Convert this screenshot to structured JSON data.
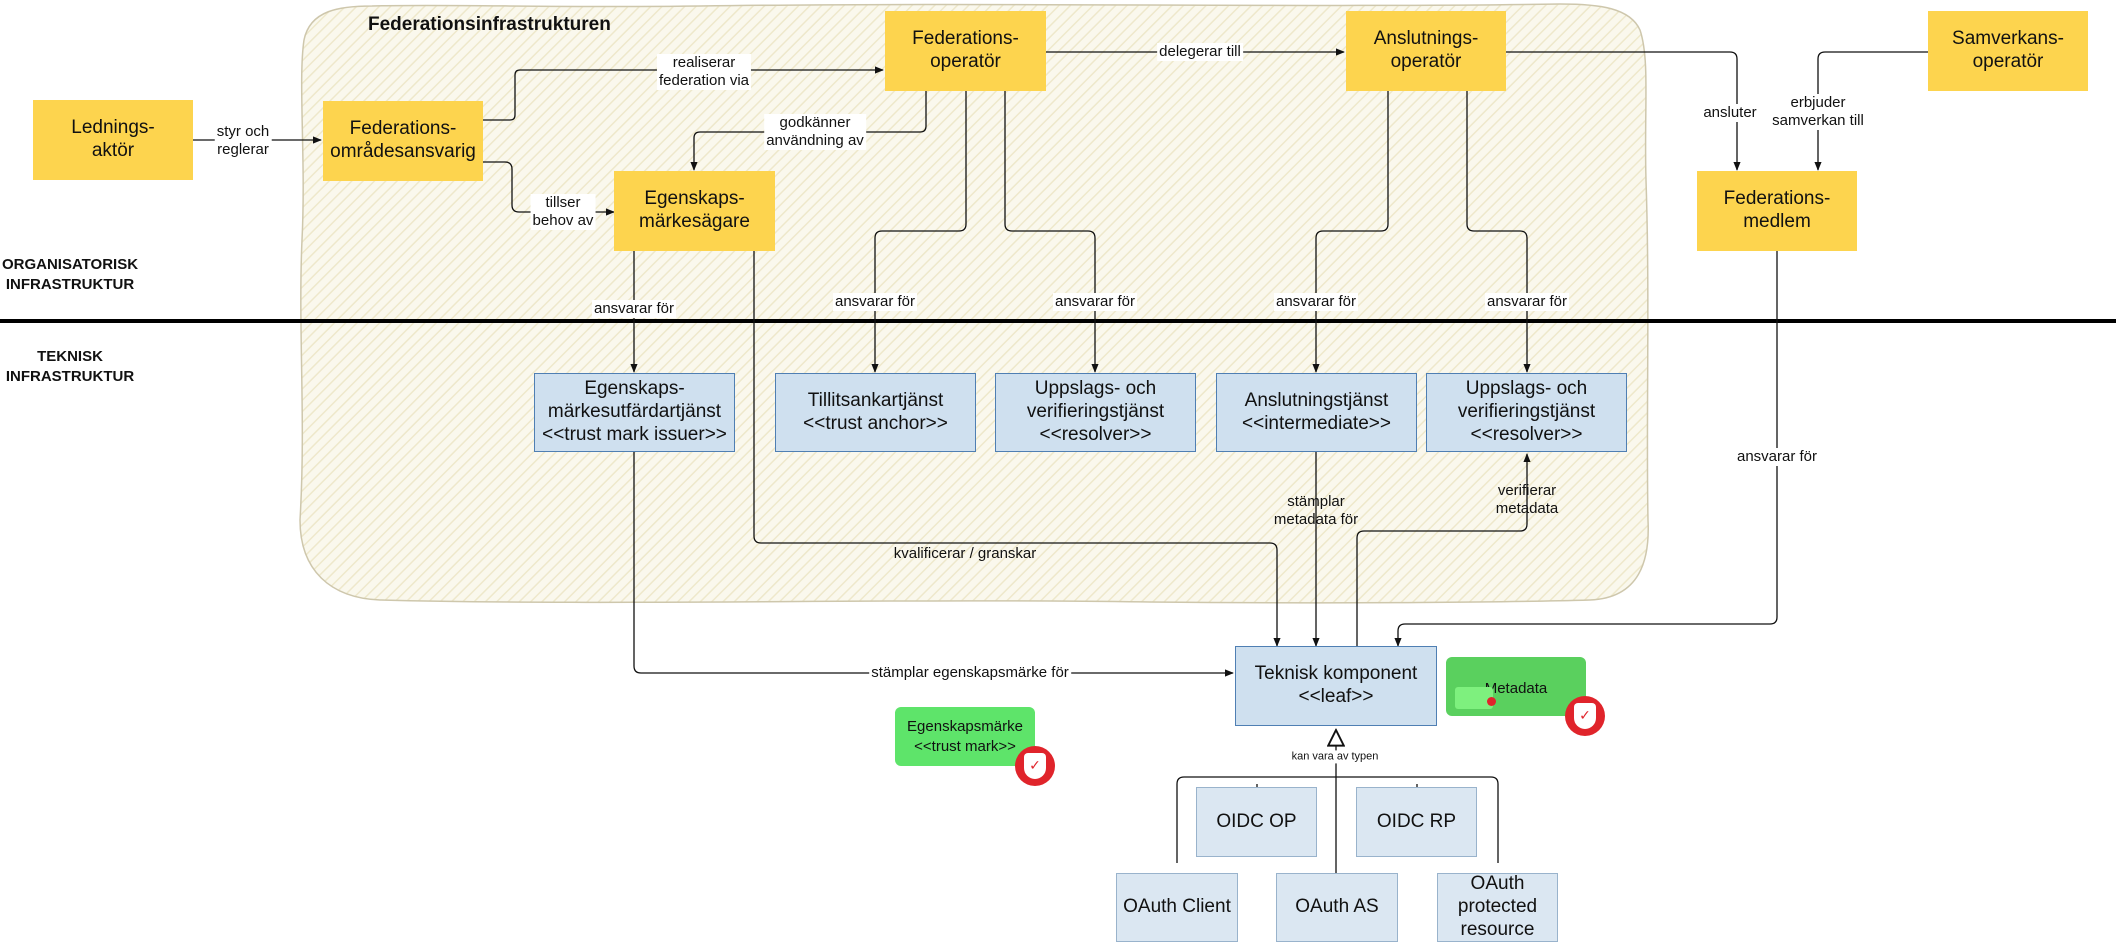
{
  "cloud_title": "Federationsinfrastrukturen",
  "regions": {
    "organisational": "ORGANISATORISK\nINFRASTRUKTUR",
    "technical": "TEKNISK\nINFRASTRUKTUR"
  },
  "nodes": {
    "ledningsaktor": "Lednings-\naktör",
    "omradesansvarig": "Federations-\nområdesansvarig",
    "federationsoperator": "Federations-\noperatör",
    "anslutningsoperator": "Anslutnings-\noperatör",
    "samverkansoperator": "Samverkans-\noperatör",
    "egenskapsmarkesagare": "Egenskaps-\nmärkesägare",
    "federationsmedlem": "Federations-\nmedlem",
    "trust_mark_issuer": "Egenskaps-\nmärkesutfärdartjänst\n<<trust mark issuer>>",
    "trust_anchor": "Tillitsankartjänst\n<<trust anchor>>",
    "resolver_1": "Uppslags- och\nverifieringstjänst\n<<resolver>>",
    "intermediate": "Anslutningstjänst\n<<intermediate>>",
    "resolver_2": "Uppslags- och\nverifieringstjänst\n<<resolver>>",
    "leaf": "Teknisk komponent\n<<leaf>>",
    "oidc_op": "OIDC OP",
    "oidc_rp": "OIDC RP",
    "oauth_client": "OAuth Client",
    "oauth_as": "OAuth AS",
    "oauth_protected_resource": "OAuth\nprotected\nresource"
  },
  "edges": {
    "styr_och_reglerar": "styr och\nreglerar",
    "realiserar": "realiserar\nfederation via",
    "delegerar": "delegerar till",
    "ansluter": "ansluter",
    "erbjuder": "erbjuder\nsamverkan till",
    "godkanner": "godkänner\nanvändning av",
    "tillser": "tillser\nbehov av",
    "ansvarar_egenskaps": "ansvarar för",
    "ansvarar_trust_anchor": "ansvarar för",
    "ansvarar_resolver_1": "ansvarar för",
    "ansvarar_intermediate": "ansvarar för",
    "ansvarar_resolver_2": "ansvarar för",
    "ansvarar_medlem": "ansvarar för",
    "stamplar_metadata": "stämplar\nmetadata för",
    "verifierar_metadata": "verifierar\nmetadata",
    "kvalificerar": "kvalificerar / granskar",
    "stamplar_egenskapsmarke": "stämplar egenskapsmärke för",
    "kan_vara": "kan vara av typen"
  },
  "badges": {
    "metadata": "Metadata",
    "trust_mark": "Egenskapsmärke\n<<trust mark>>"
  },
  "colors": {
    "organisational_role": "#fdd44e",
    "technical_component": "#cfe0ef",
    "technical_border": "#4f7fb3",
    "cloud_fill": "#f8f5e6",
    "badge_green": "#5ad05e",
    "seal_red": "#e0242b",
    "separator": "#000000"
  }
}
